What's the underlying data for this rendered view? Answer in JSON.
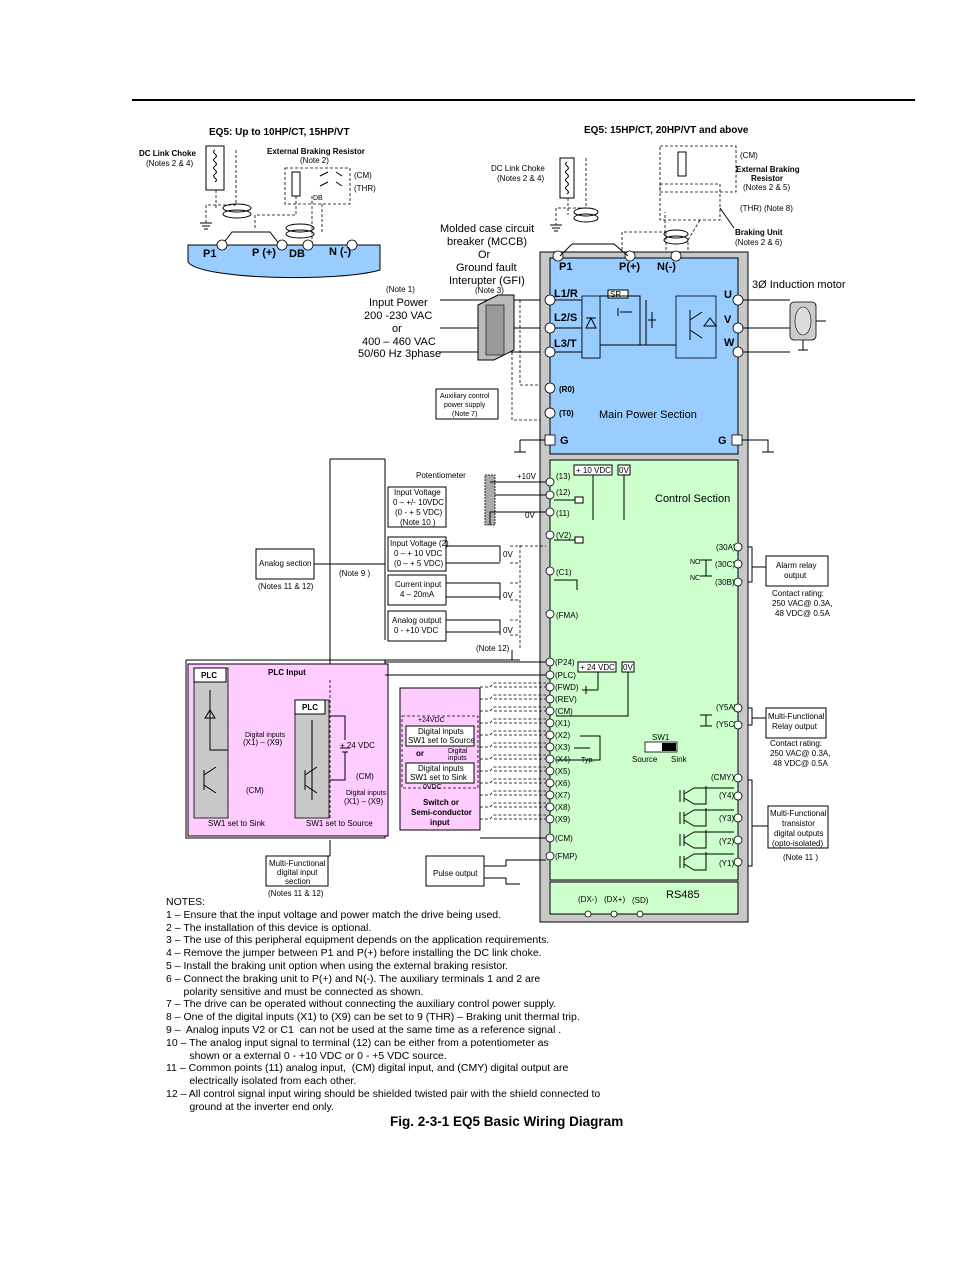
{
  "diagram": {
    "small_title": "EQ5: Up to 10HP/CT, 15HP/VT",
    "large_title": "EQ5: 15HP/CT, 20HP/VT and above",
    "dc_choke": {
      "title": "DC Link Choke",
      "note": "(Notes 2 & 4)"
    },
    "ext_brake": {
      "title": "External Braking Resistor",
      "note": "(Note 2)",
      "title_a": "External Braking",
      "title_b": "Resistor",
      "note_b": "(Notes 2 & 5)"
    },
    "cm": "(CM)",
    "thr": "(THR)",
    "thr_note": "(THR) (Note 8)",
    "braking_unit": {
      "title": "Braking Unit",
      "note": "(Notes 2 & 6)"
    },
    "small_terms": [
      "P1",
      "P (+)",
      "DB",
      "N (-)"
    ],
    "big_terms": [
      "P1",
      "P(+)",
      "N(-)"
    ],
    "breaker": [
      "Molded case circuit",
      "breaker (MCCB)",
      "Or",
      "Ground fault",
      "Interupter (GFI)"
    ],
    "breaker_note": "(Note 3)",
    "input_power": {
      "note": "(Note 1)",
      "l1": "Input Power",
      "l2": "200 -230 VAC",
      "l3": "or",
      "l4": "400 – 460 VAC",
      "l5": "50/60 Hz 3phase"
    },
    "motor": "3Ø Induction motor",
    "main_inputs": [
      "L1/R",
      "L2/S",
      "L3/T"
    ],
    "main_outputs": [
      "U",
      "V",
      "W"
    ],
    "sr": "SR",
    "aux": {
      "l1": "Auxiliary control",
      "l2": "power supply",
      "l3": "(Note 7)"
    },
    "r0": "(R0)",
    "t0": "(T0)",
    "main_section": "Main Power Section",
    "g": "G",
    "control_section": "Control Section",
    "potentiometer": "Potentiometer",
    "plus10v": "+10V",
    "plus10vdc": "+ 10 VDC",
    "zero_v": "0V",
    "ctrl_terms": [
      "(13)",
      "(12)",
      "(11)",
      "(V2)",
      "(C1)",
      "(FMA)"
    ],
    "iv1": [
      "Input Voltage",
      "0 – +/- 10VDC",
      "(0 - + 5 VDC)",
      "(Note 10 )"
    ],
    "iv2": [
      "Input Voltage (2)",
      "0 – + 10 VDC",
      "(0 – + 5 VDC)"
    ],
    "ci": [
      "Current input",
      "4 – 20mA"
    ],
    "ao": [
      "Analog output",
      "0 - +10 VDC"
    ],
    "analog_section": "Analog section",
    "analog_notes": "(Notes 11 & 12)",
    "note9": "(Note 9 )",
    "note12": "(Note 12)",
    "alarm_terms": [
      "(30A)",
      "(30C)",
      "(30B)"
    ],
    "no": "NO",
    "nc": "NC",
    "alarm_box": [
      "Alarm relay",
      "output"
    ],
    "contact1": [
      "Contact rating:",
      "250 VAC@ 0.3A,",
      "48 VDC@ 0.5A"
    ],
    "plus24vdc": "+ 24 VDC",
    "dig_terms": [
      "(P24)",
      "(PLC)",
      "(FWD)",
      "(REV)",
      "(CM)",
      "(X1)",
      "(X2)",
      "(X3)",
      "(X4)",
      "(X5)",
      "(X6)",
      "(X7)",
      "(X8)",
      "(X9)",
      "(CM)",
      "(FMP)"
    ],
    "typ": "Typ.",
    "sw1": "SW1",
    "source": "Source",
    "sink": "Sink",
    "relay_terms": [
      "(Y5A)",
      "(Y5C)"
    ],
    "relay_box": [
      "Multi-Functional",
      "Relay  output"
    ],
    "contact2": [
      "Contact rating:",
      "250 VAC@ 0.3A,",
      "48 VDC@ 0.5A"
    ],
    "trans_terms": [
      "(CMY)",
      "(Y4)",
      "(Y3)",
      "(Y2)",
      "(Y1)"
    ],
    "trans_box": [
      "Multi-Functional",
      "transistor",
      "digital outputs",
      "(opto-isolated)"
    ],
    "note11": "(Note 11 )",
    "plc_input": "PLC Input",
    "plc": "PLC",
    "digital_inputs": "Digital inputs",
    "x1x9": "(X1) – (X9)",
    "cm_small": "(CM)",
    "plus24_small": "+ 24 VDC",
    "sw1_sink": "SW1 set to Sink",
    "sw1_source": "SW1 set to Source",
    "semi": {
      "v24": "+24VDC",
      "box1": [
        "Digital inputs",
        "SW1 set to Source"
      ],
      "or": "or",
      "dig": "Digital",
      "inputs": "inputs",
      "box2": [
        "Digital inputs",
        "SW1 set to Sink"
      ],
      "v0": "0VDC",
      "cap": [
        "Switch or",
        "Semi-conductor",
        "input"
      ]
    },
    "mf_digital": [
      "Multi-Functional",
      "digital input",
      "section"
    ],
    "mf_notes": "(Notes 11 & 12)",
    "pulse": "Pulse output",
    "rs485": "RS485",
    "rs_terms": [
      "(DX-)",
      "(DX+)",
      "(SD)"
    ]
  },
  "notes": {
    "heading": "NOTES:",
    "items": [
      "1 – Ensure that the input voltage and power match the drive being used.",
      "2 – The installation of this device is optional.",
      "3 – The use of this peripheral equipment depends on the application requirements.",
      "4 – Remove the jumper between P1 and P(+) before installing the DC link choke.",
      "5 – Install the braking unit option when using the external braking resistor.",
      "6 – Connect the braking unit to P(+) and N(-). The auxiliary terminals 1 and 2 are",
      "      polarity sensitive and must be connected as shown.",
      "7 – The drive can be operated without connecting the auxiliary control power supply.",
      "8 – One of the digital inputs (X1) to (X9) can be set to 9 (THR) – Braking unit thermal trip.",
      "9 –  Analog inputs V2 or C1  can not be used at the same time as a reference signal .",
      "10 – The analog input signal to terminal (12) can be either from a potentiometer as",
      "        shown or a external 0 - +10 VDC or 0 - +5 VDC source.",
      "11 – Common points (11) analog input,  (CM) digital input, and (CMY) digital output are",
      "        electrically isolated from each other.",
      "12 – All control signal input wiring should be shielded twisted pair with the shield connected to",
      "        ground at the inverter end only."
    ]
  },
  "caption": "Fig. 2-3-1  EQ5  Basic Wiring Diagram",
  "colors": {
    "main_section": "#99ccff",
    "control_section": "#ccffcc",
    "plc_section": "#ffccff",
    "frame": "#c8c8c8"
  }
}
